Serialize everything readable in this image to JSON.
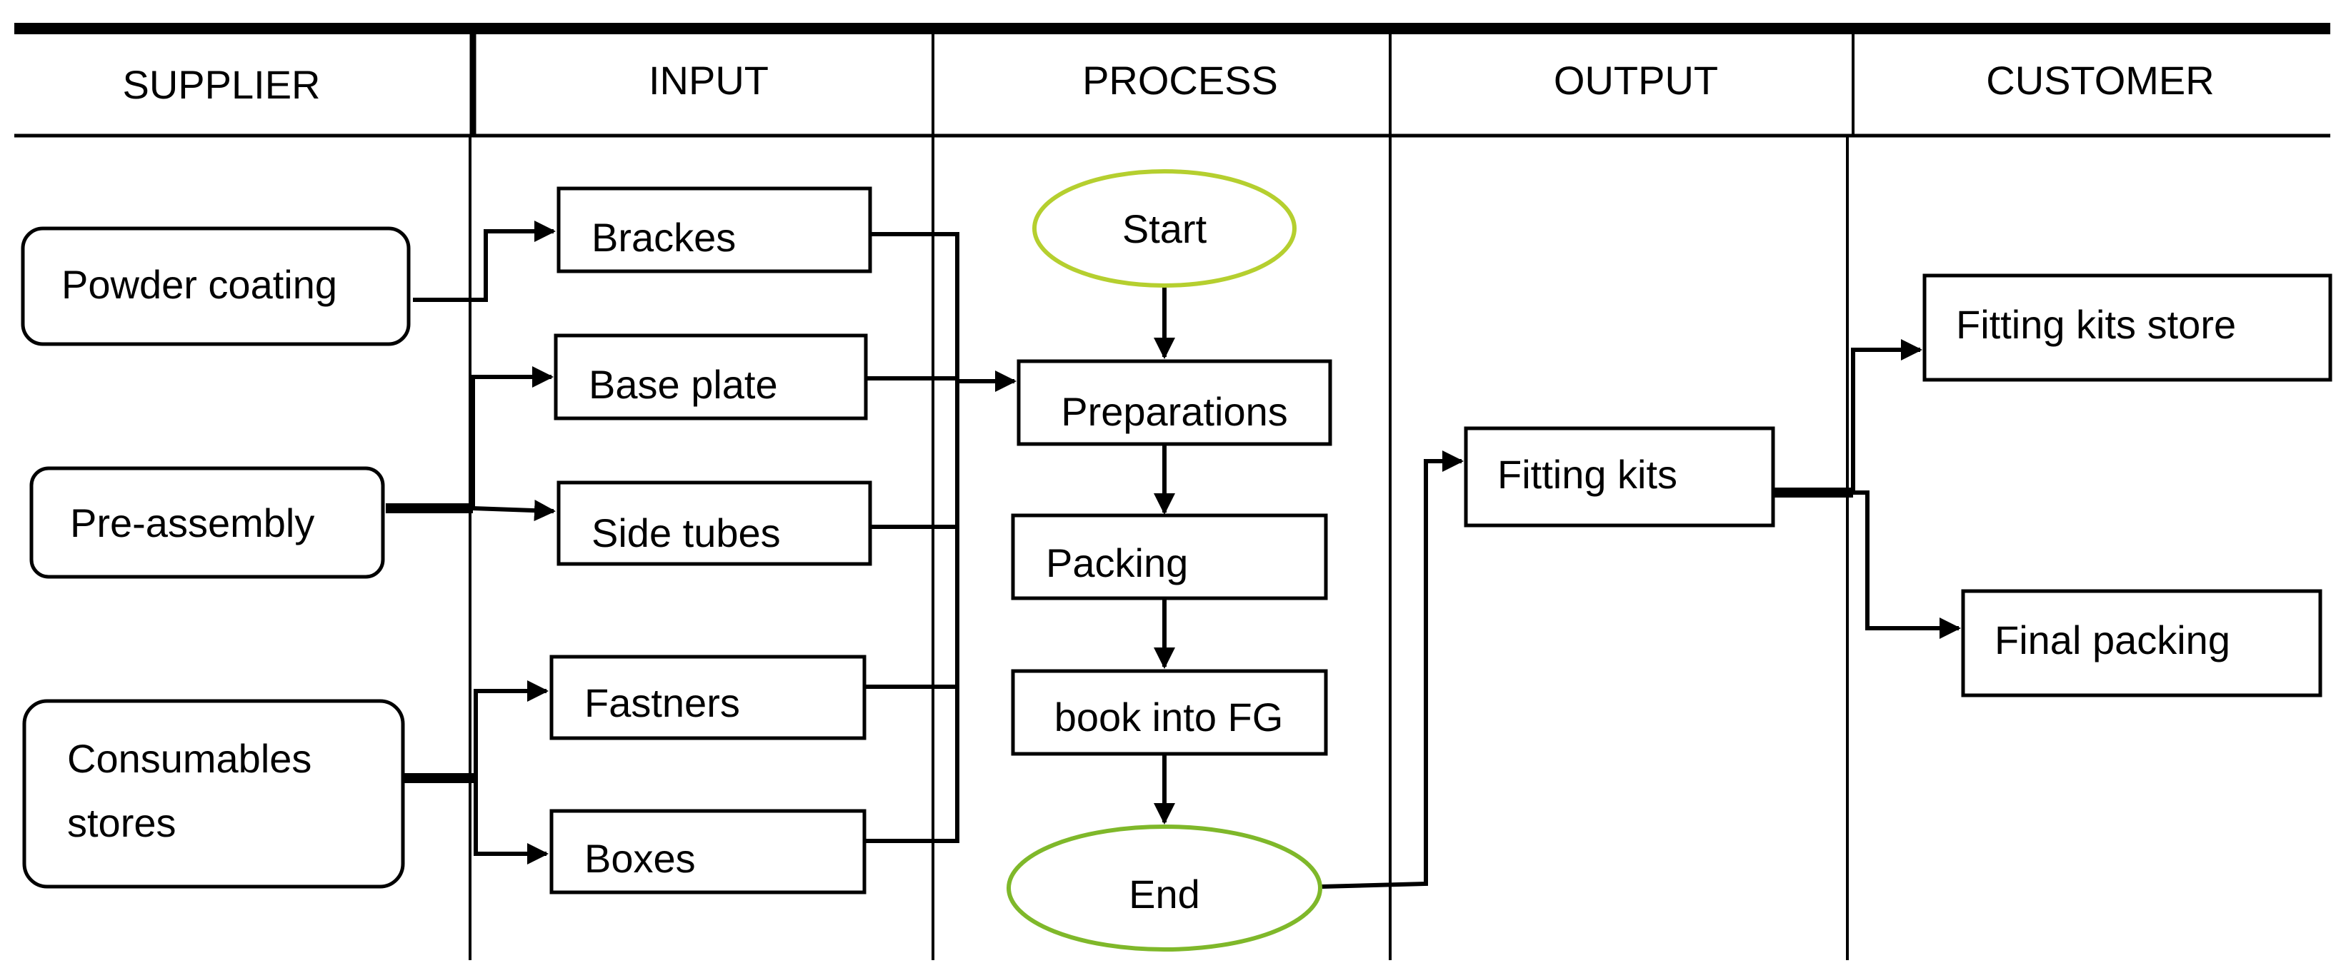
{
  "headers": {
    "supplier": "SUPPLIER",
    "input": "INPUT",
    "process": "PROCESS",
    "output": "OUTPUT",
    "customer": "CUSTOMER"
  },
  "suppliers": {
    "powder_coating": "Powder coating",
    "pre_assembly": "Pre-assembly",
    "consumables_line1": "Consumables",
    "consumables_line2": "stores"
  },
  "inputs": {
    "brackes": "Brackes",
    "base_plate": "Base plate",
    "side_tubes": "Side tubes",
    "fastners": "Fastners",
    "boxes": "Boxes"
  },
  "process": {
    "start": "Start",
    "preparations": "Preparations",
    "packing": "Packing",
    "book_into_fg": "book into FG",
    "end": "End"
  },
  "outputs": {
    "fitting_kits": "Fitting kits"
  },
  "customers": {
    "fitting_kits_store": "Fitting kits store",
    "final_packing": "Final packing"
  },
  "colors": {
    "start_ellipse": "#b5cf2f",
    "end_ellipse": "#7fb82a",
    "lines": "#000000"
  }
}
